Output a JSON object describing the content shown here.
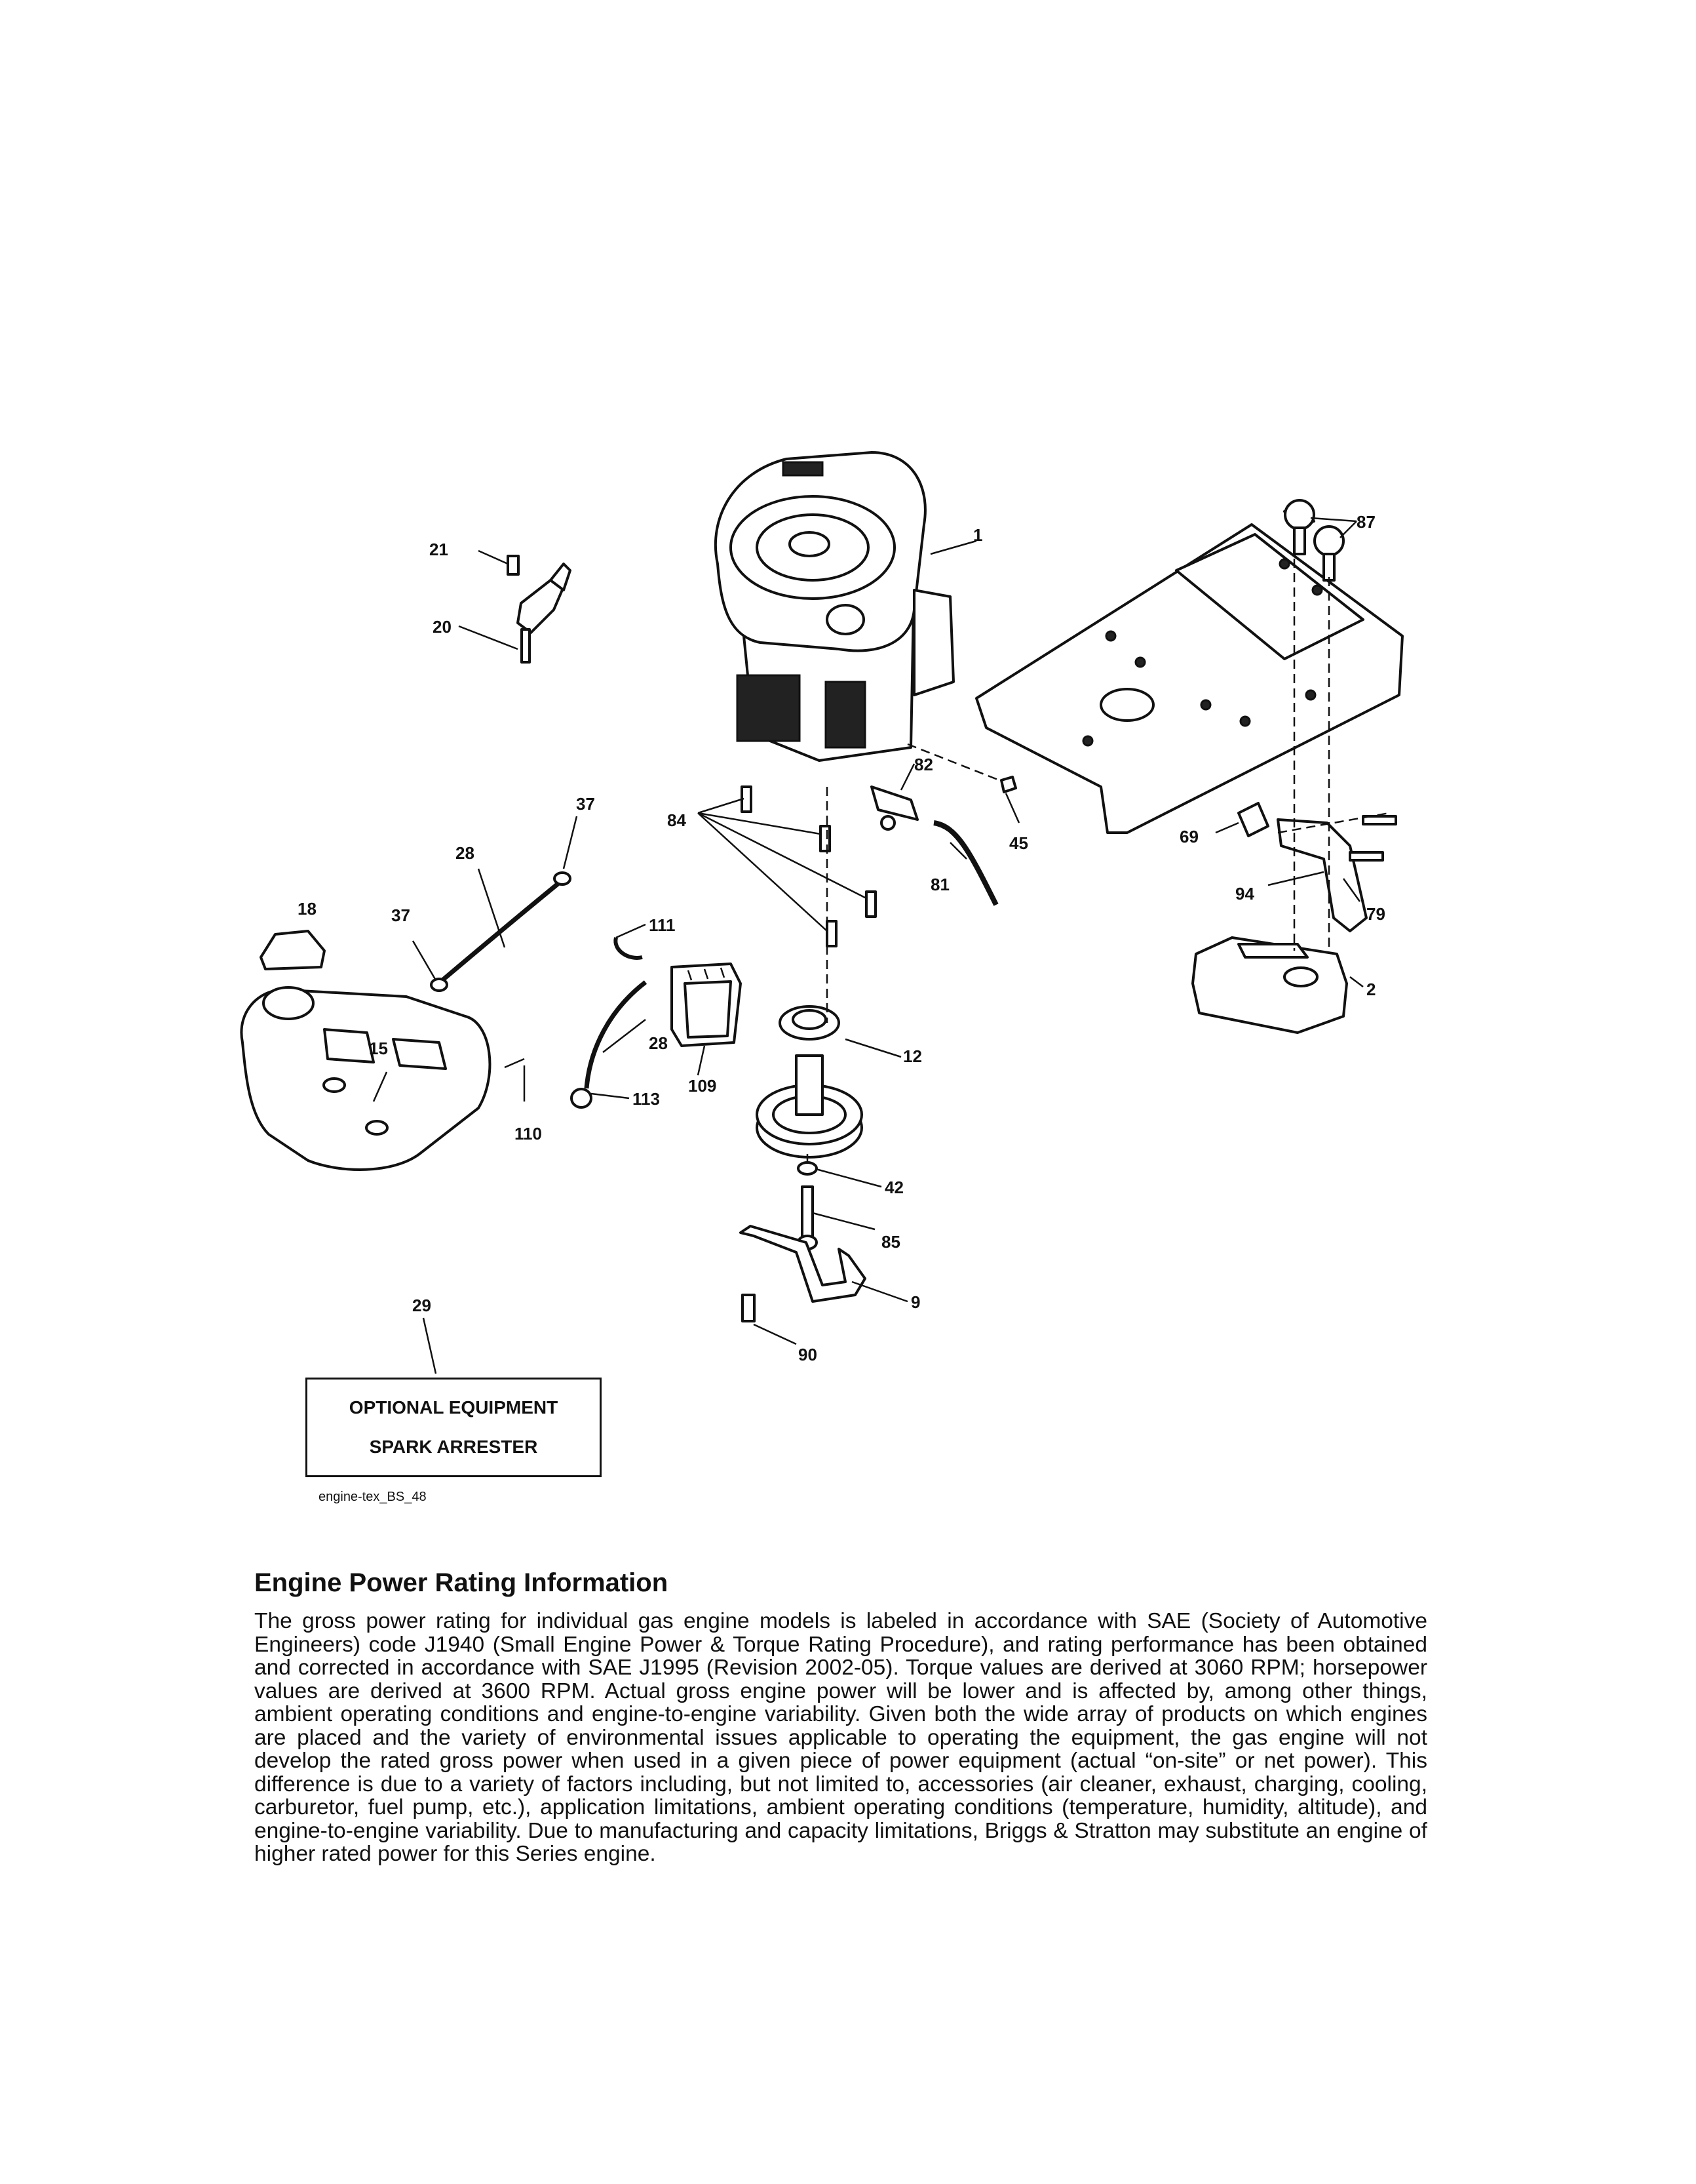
{
  "diagram": {
    "callouts": [
      {
        "id": "c1",
        "label": "1"
      },
      {
        "id": "c2",
        "label": "2"
      },
      {
        "id": "c9",
        "label": "9"
      },
      {
        "id": "c12",
        "label": "12"
      },
      {
        "id": "c15",
        "label": "15"
      },
      {
        "id": "c18",
        "label": "18"
      },
      {
        "id": "c20",
        "label": "20"
      },
      {
        "id": "c21",
        "label": "21"
      },
      {
        "id": "c28a",
        "label": "28"
      },
      {
        "id": "c28b",
        "label": "28"
      },
      {
        "id": "c29",
        "label": "29"
      },
      {
        "id": "c37a",
        "label": "37"
      },
      {
        "id": "c37b",
        "label": "37"
      },
      {
        "id": "c42",
        "label": "42"
      },
      {
        "id": "c45",
        "label": "45"
      },
      {
        "id": "c69",
        "label": "69"
      },
      {
        "id": "c79",
        "label": "79"
      },
      {
        "id": "c81",
        "label": "81"
      },
      {
        "id": "c82",
        "label": "82"
      },
      {
        "id": "c84",
        "label": "84"
      },
      {
        "id": "c85",
        "label": "85"
      },
      {
        "id": "c87",
        "label": "87"
      },
      {
        "id": "c90",
        "label": "90"
      },
      {
        "id": "c94",
        "label": "94"
      },
      {
        "id": "c109",
        "label": "109"
      },
      {
        "id": "c110",
        "label": "110"
      },
      {
        "id": "c111",
        "label": "111"
      },
      {
        "id": "c113",
        "label": "113"
      }
    ],
    "optional_box": {
      "line1": "OPTIONAL EQUIPMENT",
      "line2": "SPARK ARRESTER"
    },
    "figure_code": "engine-tex_BS_48"
  },
  "section": {
    "title": "Engine Power Rating Information",
    "body": "The gross power rating for individual gas engine models is labeled in accordance with SAE (Society of Automotive Engineers) code J1940 (Small Engine Power & Torque Rating Procedure), and rating performance has been obtained and corrected in accordance with SAE J1995 (Revision 2002-05). Torque values are derived at 3060 RPM; horsepower values are derived at 3600 RPM. Actual gross engine power will be lower and is affected by, among other things, ambient operating conditions and engine-to-engine variability. Given both the wide array of products on which engines are placed and the variety of environmental issues applicable to operating the equipment, the gas engine will not develop the rated gross power when used in a given piece of power equipment (actual “on-site” or net power). This difference is due to a variety of factors including, but not limited to, accessories (air cleaner, exhaust, charging, cooling, carburetor, fuel pump, etc.), application limitations, ambient operating conditions (temperature, humidity, altitude), and engine-to-engine variability. Due to manufacturing and capacity limitations, Briggs & Stratton may substitute an engine of higher rated power for this Series engine."
  }
}
